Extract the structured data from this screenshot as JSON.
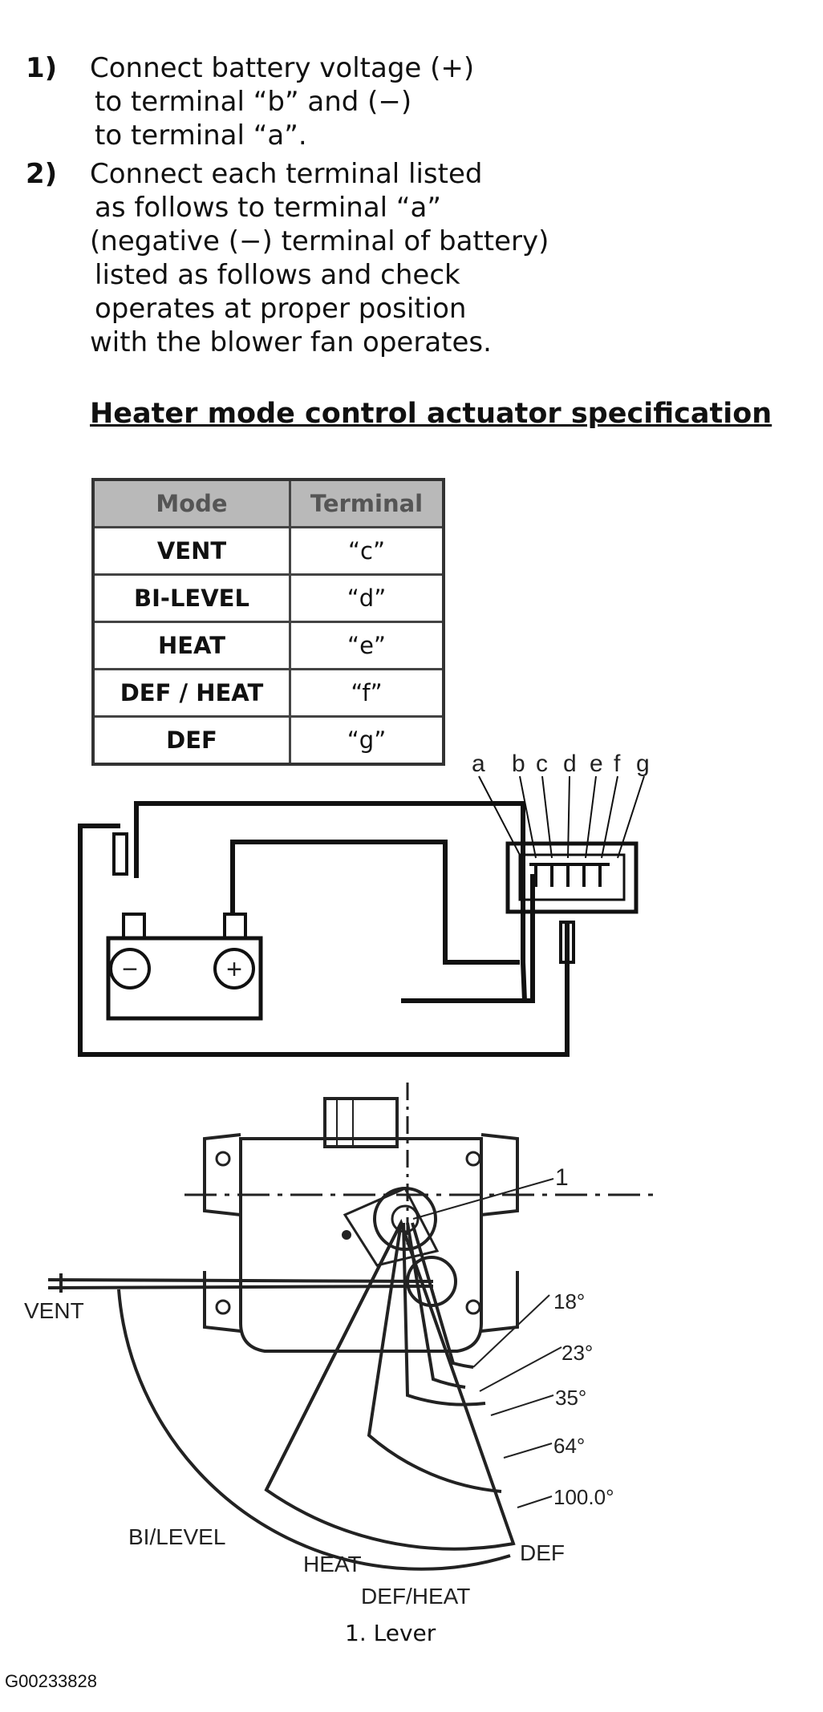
{
  "steps": [
    {
      "num": "1)",
      "lines": [
        "Connect battery voltage (+)",
        "to terminal “b” and (−)",
        "to terminal “a”."
      ]
    },
    {
      "num": "2)",
      "lines": [
        "Connect each terminal listed",
        "as follows to terminal “a”",
        "(negative (−) terminal of battery)",
        "listed as follows and check",
        "operates at proper position",
        "with the blower fan operates."
      ]
    }
  ],
  "spec_title": "Heater mode control actuator specification",
  "table": {
    "headers": [
      "Mode",
      "Terminal"
    ],
    "rows": [
      [
        "VENT",
        "“c”"
      ],
      [
        "BI-LEVEL",
        "“d”"
      ],
      [
        "HEAT",
        "“e”"
      ],
      [
        "DEF / HEAT",
        "“f”"
      ],
      [
        "DEF",
        "“g”"
      ]
    ]
  },
  "wiring": {
    "terminals": [
      "a",
      "b",
      "c",
      "d",
      "e",
      "f",
      "g"
    ],
    "battery_neg": "−",
    "battery_pos": "+"
  },
  "actuator": {
    "lever_callout": "1",
    "angles": [
      "18°",
      "23°",
      "35°",
      "64°",
      "100.0°"
    ],
    "modes": {
      "vent": "VENT",
      "bilevel": "BI/LEVEL",
      "heat": "HEAT",
      "defheat": "DEF/HEAT",
      "def": "DEF"
    }
  },
  "caption": "1. Lever",
  "figure_id": "G00233828"
}
